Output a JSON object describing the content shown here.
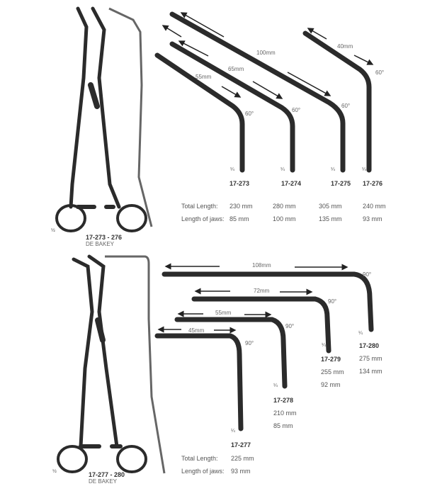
{
  "colors": {
    "instrument": "#2b2b2b",
    "background": "#ffffff",
    "text": "#555555"
  },
  "top_section": {
    "clamp": {
      "scale": "½",
      "code_range": "17-273 - 276",
      "name": "DE BAKEY"
    },
    "jaw_scale": "¼",
    "jaws": [
      {
        "code": "17-273",
        "dimension": "55mm",
        "angle": "60°",
        "total_length": "230 mm",
        "jaw_length": "85 mm"
      },
      {
        "code": "17-274",
        "dimension": "65mm",
        "angle": "60°",
        "total_length": "280 mm",
        "jaw_length": "100 mm"
      },
      {
        "code": "17-275",
        "dimension": "100mm",
        "angle": "60°",
        "total_length": "305 mm",
        "jaw_length": "135 mm"
      },
      {
        "code": "17-276",
        "dimension": "40mm",
        "angle": "60°",
        "total_length": "240 mm",
        "jaw_length": "93 mm"
      }
    ],
    "labels": {
      "total_length": "Total Length:",
      "jaw_length": "Length of jaws:"
    }
  },
  "bottom_section": {
    "clamp": {
      "scale": "½",
      "code_range": "17-277 - 280",
      "name": "DE BAKEY"
    },
    "jaw_scale": "¼",
    "jaws": [
      {
        "code": "17-277",
        "dimension": "45mm",
        "angle": "90°",
        "total_length": "225 mm",
        "jaw_length": "93 mm"
      },
      {
        "code": "17-278",
        "dimension": "55mm",
        "angle": "90°",
        "total_length": "210 mm",
        "jaw_length": "85 mm"
      },
      {
        "code": "17-279",
        "dimension": "72mm",
        "angle": "90°",
        "total_length": "255 mm",
        "jaw_length": "92 mm"
      },
      {
        "code": "17-280",
        "dimension": "108mm",
        "angle": "90°",
        "total_length": "275 mm",
        "jaw_length": "134 mm"
      }
    ],
    "labels": {
      "total_length": "Total Length:",
      "jaw_length": "Length of jaws:"
    }
  }
}
